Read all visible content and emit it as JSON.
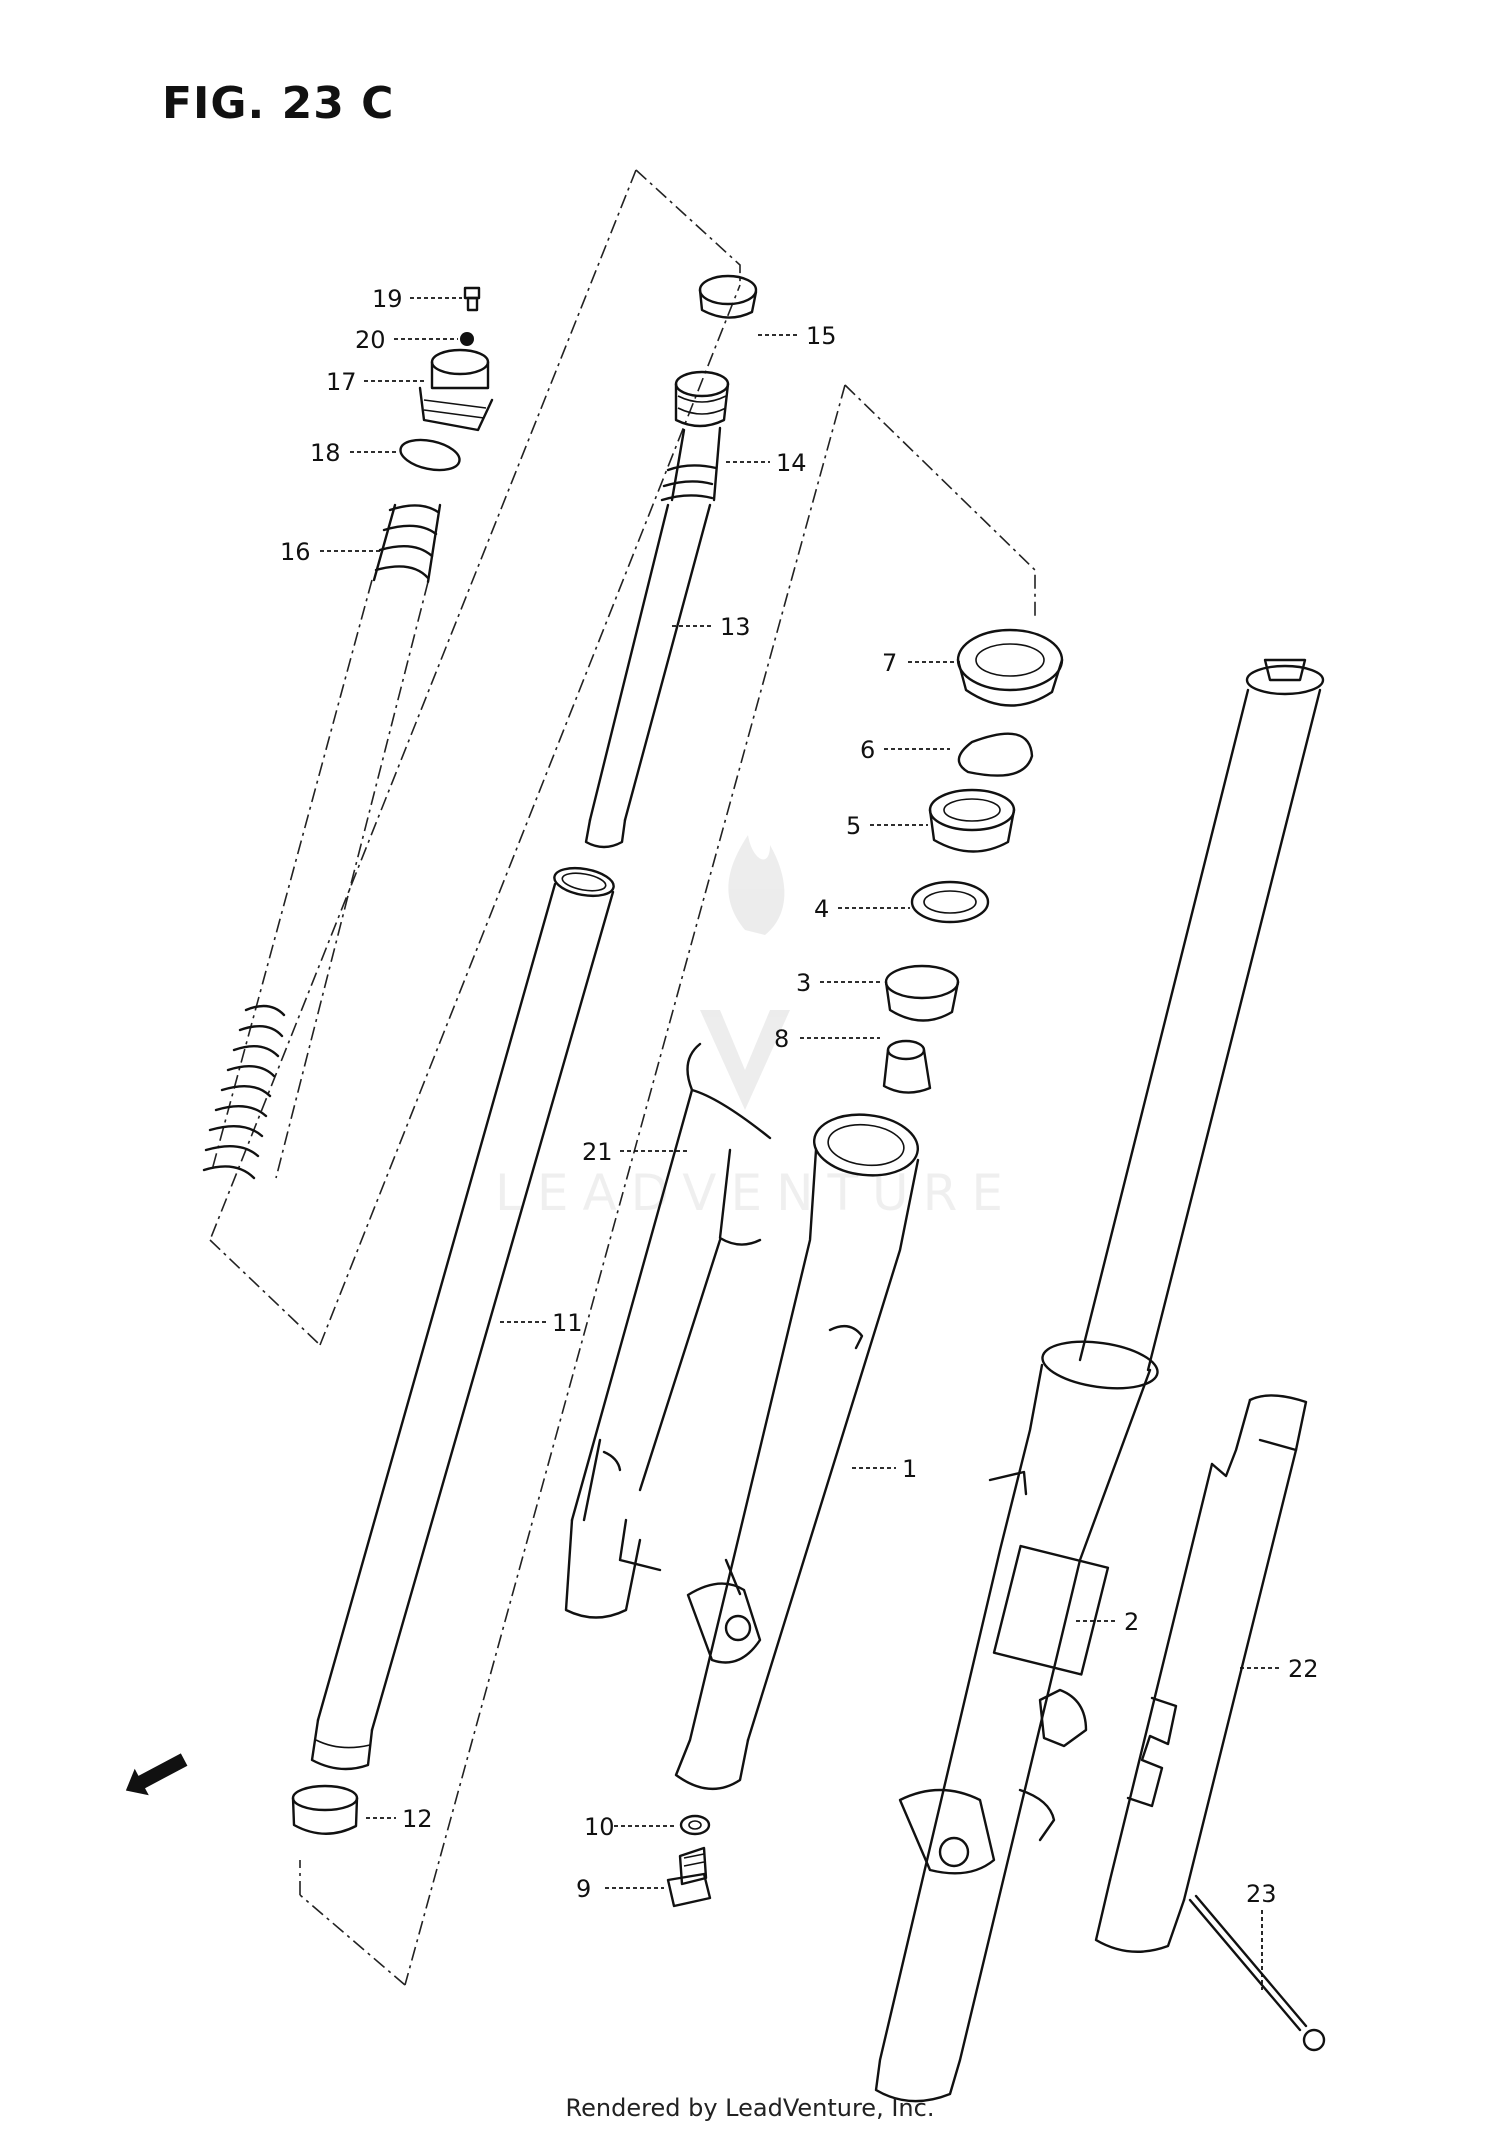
{
  "figure": {
    "title": "FIG. 23 C",
    "watermark": "LEADVENTURE"
  },
  "callouts": [
    {
      "id": "19",
      "label": "19"
    },
    {
      "id": "20",
      "label": "20"
    },
    {
      "id": "17",
      "label": "17"
    },
    {
      "id": "18",
      "label": "18"
    },
    {
      "id": "16",
      "label": "16"
    },
    {
      "id": "15",
      "label": "15"
    },
    {
      "id": "14",
      "label": "14"
    },
    {
      "id": "13",
      "label": "13"
    },
    {
      "id": "7",
      "label": "7"
    },
    {
      "id": "6",
      "label": "6"
    },
    {
      "id": "5",
      "label": "5"
    },
    {
      "id": "4",
      "label": "4"
    },
    {
      "id": "3",
      "label": "3"
    },
    {
      "id": "8",
      "label": "8"
    },
    {
      "id": "21",
      "label": "21"
    },
    {
      "id": "11",
      "label": "11"
    },
    {
      "id": "1",
      "label": "1"
    },
    {
      "id": "2",
      "label": "2"
    },
    {
      "id": "22",
      "label": "22"
    },
    {
      "id": "12",
      "label": "12"
    },
    {
      "id": "10",
      "label": "10"
    },
    {
      "id": "9",
      "label": "9"
    },
    {
      "id": "23",
      "label": "23"
    }
  ],
  "front_marker": "FRONT",
  "footer": "Rendered by LeadVenture, Inc."
}
